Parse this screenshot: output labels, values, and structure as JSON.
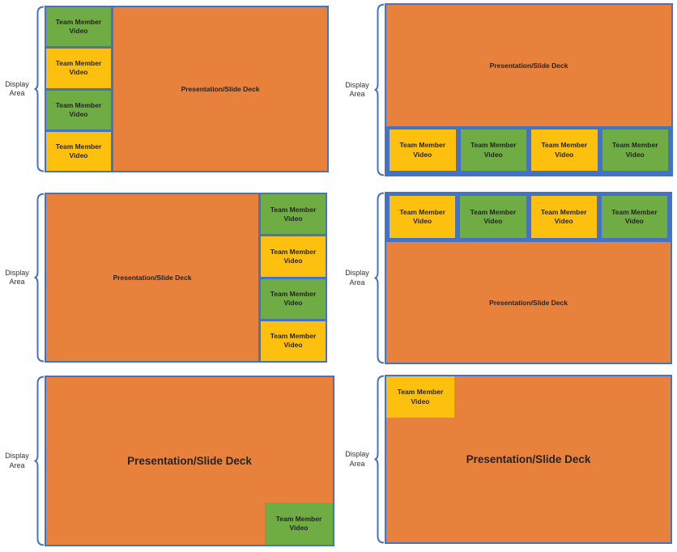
{
  "page": {
    "background": "#ffffff"
  },
  "colors": {
    "orange": "#E8813C",
    "green": "#6FAC44",
    "yellow": "#FEC00F",
    "blue": "#4472C4",
    "text": "#242424",
    "background": "#ffffff"
  },
  "panels": [
    {
      "position": "top-left",
      "layout": "videos-left-of-presentation",
      "display_area_label": "Display Area",
      "presentation_label": "Presentation/Slide Deck",
      "video_label": "Team Member Video",
      "video_colors": [
        "green",
        "yellow",
        "green",
        "yellow"
      ]
    },
    {
      "position": "top-right",
      "layout": "videos-below-presentation",
      "display_area_label": "Display Area",
      "presentation_label": "Presentation/Slide Deck",
      "video_label": "Team Member Video",
      "video_colors": [
        "yellow",
        "green",
        "yellow",
        "green"
      ]
    },
    {
      "position": "middle-left",
      "layout": "videos-right-of-presentation",
      "display_area_label": "Display Area",
      "presentation_label": "Presentation/Slide Deck",
      "video_label": "Team Member Video",
      "video_colors": [
        "green",
        "yellow",
        "green",
        "yellow"
      ]
    },
    {
      "position": "middle-right",
      "layout": "videos-above-presentation",
      "display_area_label": "Display Area",
      "presentation_label": "Presentation/Slide Deck",
      "video_label": "Team Member Video",
      "video_colors": [
        "yellow",
        "green",
        "yellow",
        "green"
      ]
    },
    {
      "position": "bottom-left",
      "layout": "fullscreen-presentation-video-bottom-right",
      "display_area_label": "Display Area",
      "presentation_label": "Presentation/Slide Deck",
      "video_label": "Team Member Video",
      "video_colors": [
        "green"
      ]
    },
    {
      "position": "bottom-right",
      "layout": "fullscreen-presentation-video-top-left",
      "display_area_label": "Display Area",
      "presentation_label": "Presentation/Slide Deck",
      "video_label": "Team Member Video",
      "video_colors": [
        "yellow"
      ]
    }
  ]
}
